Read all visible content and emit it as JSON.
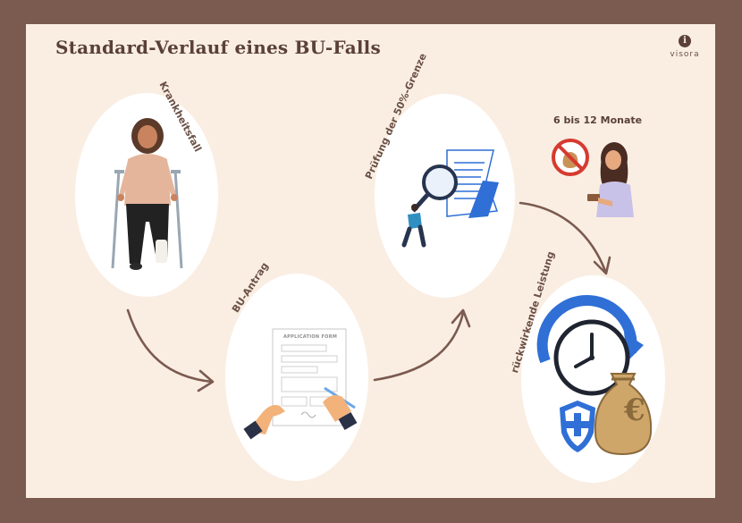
{
  "title": "Standard-Verlauf eines BU-Falls",
  "logo": {
    "text": "visora",
    "mark": "i"
  },
  "steps": [
    {
      "label": "Krankheitsfall"
    },
    {
      "label": "BU-Antrag"
    },
    {
      "label": "Prüfung der 50%-Grenze"
    },
    {
      "label": "rückwirkende Leistung"
    }
  ],
  "waiting_note": "6 bis 12 Monate",
  "form_title": "APPLICATION FORM",
  "currency_symbol": "€",
  "colors": {
    "frame": "#7b5a4f",
    "background": "#faeee3",
    "text": "#5a4037",
    "arrow": "#7b5a4f",
    "blue": "#2f6fd6",
    "gold": "#cfa66a"
  },
  "icons": [
    "crutches-person-icon",
    "application-form-icon",
    "magnifier-document-icon",
    "no-money-icon",
    "clock-money-shield-icon"
  ]
}
